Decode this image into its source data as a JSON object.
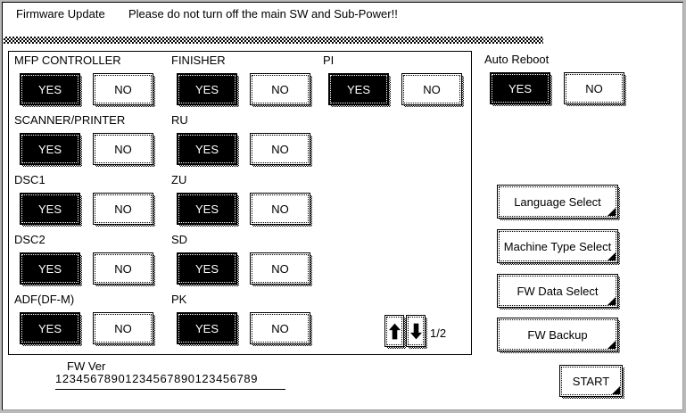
{
  "header": {
    "title": "Firmware Update",
    "warning": "Please do not turn off the main SW and Sub-Power!!"
  },
  "targets": [
    {
      "label": "MFP CONTROLLER",
      "yes": "YES",
      "no": "NO",
      "selected": "yes"
    },
    {
      "label": "FINISHER",
      "yes": "YES",
      "no": "NO",
      "selected": "yes"
    },
    {
      "label": "PI",
      "yes": "YES",
      "no": "NO",
      "selected": "yes"
    },
    {
      "label": "SCANNER/PRINTER",
      "yes": "YES",
      "no": "NO",
      "selected": "yes"
    },
    {
      "label": "RU",
      "yes": "YES",
      "no": "NO",
      "selected": "yes"
    },
    {
      "label": "DSC1",
      "yes": "YES",
      "no": "NO",
      "selected": "yes"
    },
    {
      "label": "ZU",
      "yes": "YES",
      "no": "NO",
      "selected": "yes"
    },
    {
      "label": "DSC2",
      "yes": "YES",
      "no": "NO",
      "selected": "yes"
    },
    {
      "label": "SD",
      "yes": "YES",
      "no": "NO",
      "selected": "yes"
    },
    {
      "label": "ADF(DF-M)",
      "yes": "YES",
      "no": "NO",
      "selected": "yes"
    },
    {
      "label": "PK",
      "yes": "YES",
      "no": "NO",
      "selected": "yes"
    }
  ],
  "auto_reboot": {
    "label": "Auto Reboot",
    "yes": "YES",
    "no": "NO",
    "selected": "yes"
  },
  "pager": {
    "page": "1/2"
  },
  "menu": {
    "buttons": [
      {
        "label": "Language Select"
      },
      {
        "label": "Machine Type Select"
      },
      {
        "label": "FW Data Select"
      },
      {
        "label": "FW Backup"
      }
    ]
  },
  "fw_version": {
    "label": "FW Ver",
    "value": "12345678901234567890123456789"
  },
  "actions": {
    "start": "START"
  },
  "icons": {
    "up": "up-arrow-icon",
    "down": "down-arrow-icon",
    "fold": "fold-corner-icon"
  },
  "colors": {
    "selected_bg": "#000000",
    "selected_fg": "#ffffff",
    "frame": "#b9b9b9"
  }
}
